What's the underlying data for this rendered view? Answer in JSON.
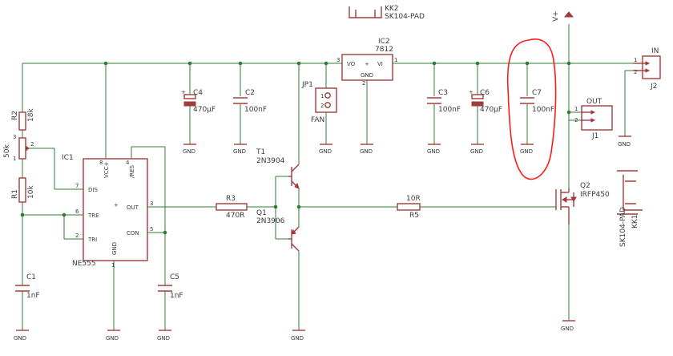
{
  "components": {
    "kk2": {
      "ref": "KK2",
      "value": "SK104-PAD"
    },
    "ic2": {
      "ref": "IC2",
      "value": "7812",
      "pin_vo": "VO",
      "pin_vi": "VI",
      "pin_gnd": "GND",
      "pin1": "1",
      "pin2": "2",
      "pin3": "3",
      "plus": "+"
    },
    "vplus": "V+",
    "j2": {
      "ref": "J2",
      "label": "IN",
      "pin1": "1",
      "pin2": "2"
    },
    "r2": {
      "ref": "R2",
      "value": "18k"
    },
    "r1": {
      "ref": "R1",
      "value": "10k"
    },
    "pot": {
      "value": "50k",
      "pin1": "1",
      "pin2": "2",
      "pin3": "3"
    },
    "ic1": {
      "ref": "IC1",
      "value": "NE555",
      "pin_dis": "DIS",
      "pin_tre": "TRE",
      "pin_tri": "TRI",
      "pin_vcc": "VCC+",
      "pin_res": "/RES",
      "pin_out": "OUT",
      "pin_con": "CON",
      "pin_gnd": "GND",
      "pin7": "7",
      "pin6": "6",
      "pin2": "2",
      "pin8": "8",
      "pin4": "4",
      "pin3": "3",
      "pin5": "5",
      "pin1": "1",
      "plus": "+"
    },
    "c4": {
      "ref": "C4",
      "value": "470µF"
    },
    "c2": {
      "ref": "C2",
      "value": "100nF"
    },
    "c3": {
      "ref": "C3",
      "value": "100nF"
    },
    "c6": {
      "ref": "C6",
      "value": "470µF"
    },
    "c7": {
      "ref": "C7",
      "value": "100nF"
    },
    "c1": {
      "ref": "C1",
      "value": "1nF"
    },
    "c5": {
      "ref": "C5",
      "value": "1nF"
    },
    "jp1": {
      "ref": "JP1",
      "label": "FAN",
      "pin1": "1",
      "pin2": "2"
    },
    "j1": {
      "ref": "J1",
      "label": "OUT",
      "pin1": "1",
      "pin2": "2"
    },
    "t1": {
      "ref": "T1",
      "value": "2N3904"
    },
    "q1": {
      "ref": "Q1",
      "value": "2N3906"
    },
    "r3": {
      "ref": "R3",
      "value": "470R"
    },
    "r5": {
      "ref": "R5",
      "value": "10R"
    },
    "q2": {
      "ref": "Q2",
      "value": "IRFP450"
    },
    "kk1": {
      "ref": "KK1",
      "value": "SK104-PAD"
    },
    "gnd": "GND"
  },
  "annotation_color": "#ff1a1a",
  "wire_color": "#2e7d32",
  "part_color": "#a23b3b"
}
